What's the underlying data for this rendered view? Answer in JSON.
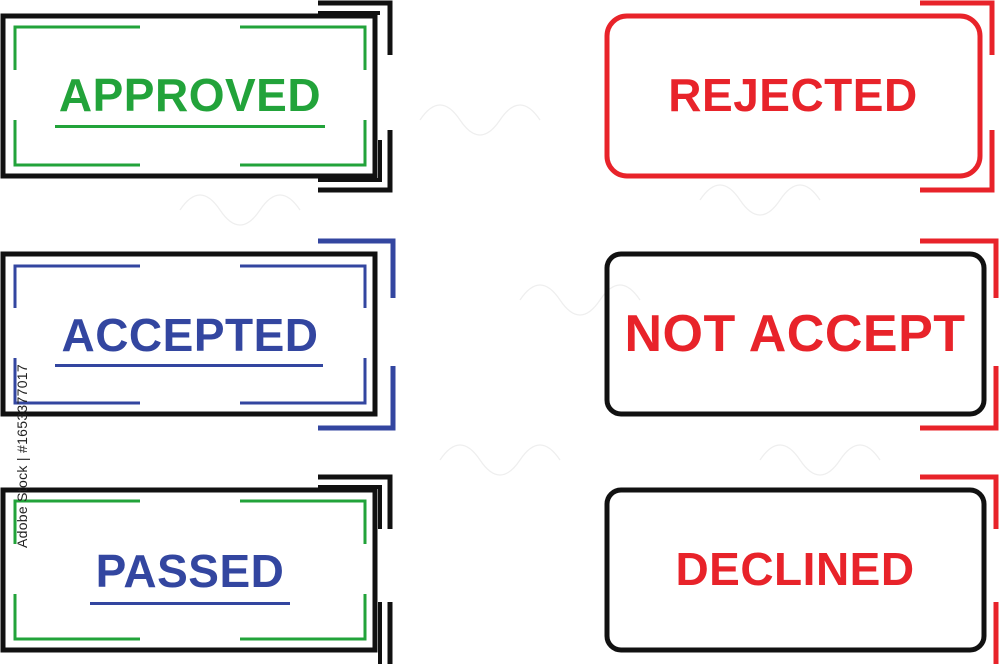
{
  "stamps": {
    "approved": {
      "text": "APPROVED",
      "color": "#22a33a",
      "frame": "#111111"
    },
    "accepted": {
      "text": "ACCEPTED",
      "color": "#3346a0",
      "frame": "#111111"
    },
    "passed": {
      "text": "PASSED",
      "color": "#3346a0",
      "inner": "#22a33a",
      "frame": "#111111"
    },
    "rejected": {
      "text": "REJECTED",
      "color": "#e8232a",
      "frame": "#e8232a"
    },
    "not_accept": {
      "text": "NOT ACCEPT",
      "color": "#e8232a",
      "frame": "#111111"
    },
    "declined": {
      "text": "DECLINED",
      "color": "#e8232a",
      "frame": "#111111"
    }
  },
  "side_text": "Adobe Stock | #1653377017"
}
